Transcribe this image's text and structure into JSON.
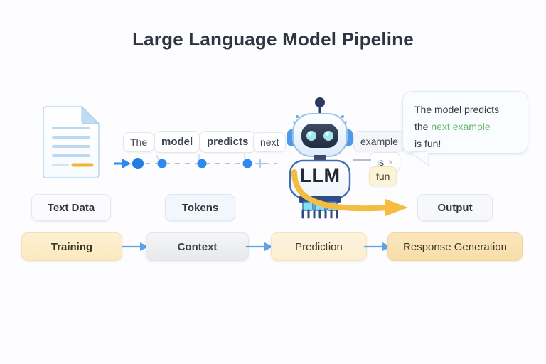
{
  "page": {
    "title": "Large Language Model Pipeline",
    "background_color": "#fdfcfe"
  },
  "colors": {
    "accent_blue": "#2d8bf0",
    "accent_amber": "#f5bd3f",
    "highlight_green": "#66b66e",
    "text_dark": "#2e3440"
  },
  "diagram": {
    "text_data": {
      "label": "Text Data",
      "icon": "document-icon"
    },
    "tokens": {
      "label": "Tokens",
      "chips": [
        {
          "text": "The"
        },
        {
          "text": "model"
        },
        {
          "text": "predicts"
        },
        {
          "text": "next"
        }
      ],
      "trailing_glyph": "+"
    },
    "model": {
      "badge_label": "LLM",
      "icon": "robot-icon"
    },
    "candidate_chips": [
      {
        "text": "example",
        "variant": "gray"
      },
      {
        "text": "is",
        "variant": "white",
        "close_icon": "×"
      },
      {
        "text": "fun",
        "variant": "amber"
      }
    ],
    "bubble": {
      "line1": "The model predicts",
      "line2_prefix": "the ",
      "line2_highlight": "next example",
      "line3": "is fun!"
    },
    "output": {
      "label": "Output"
    }
  },
  "pipeline": {
    "stages": [
      {
        "label": "Training"
      },
      {
        "label": "Context"
      },
      {
        "label": "Prediction"
      },
      {
        "label": "Response Generation"
      }
    ]
  }
}
